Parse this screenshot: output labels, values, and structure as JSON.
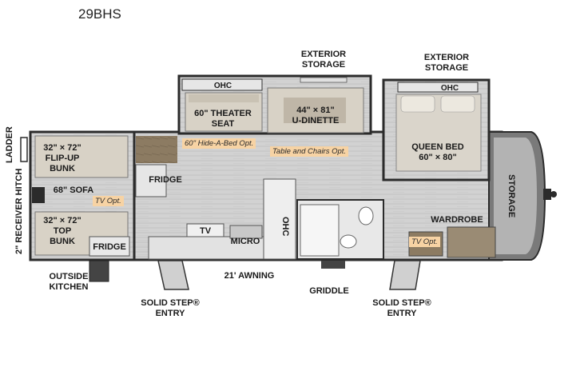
{
  "model": "29BHS",
  "labels": {
    "exterior_storage_mid": "EXTERIOR\nSTORAGE",
    "exterior_storage_right": "EXTERIOR\nSTORAGE",
    "ohc_slide": "OHC",
    "ohc_bedroom": "OHC",
    "ohc_kitchen": "OHC",
    "theater_seat": "60\" THEATER\nSEAT",
    "u_dinette": "44\" × 81\"\nU-DINETTE",
    "queen_bed": "QUEEN BED\n60\" × 80\"",
    "flip_up_bunk": "32\" × 72\"\nFLIP-UP\nBUNK",
    "sofa": "68\" SOFA",
    "top_bunk": "32\" × 72\"\nTOP\nBUNK",
    "fridge_main": "FRIDGE",
    "fridge_bunk": "FRIDGE",
    "tv": "TV",
    "micro": "MICRO",
    "wardrobe": "WARDROBE",
    "storage_front": "STORAGE",
    "ladder": "LADDER",
    "receiver_hitch": "2\" RECEIVER HITCH",
    "outside_kitchen": "OUTSIDE\nKITCHEN",
    "awning": "21' AWNING",
    "griddle": "GRIDDLE",
    "solid_step_left": "SOLID STEP®\nENTRY",
    "solid_step_right": "SOLID STEP®\nENTRY"
  },
  "options": {
    "hide_a_bed": "60\" Hide-A-Bed Opt.",
    "table_chairs": "Table and Chairs Opt.",
    "tv_bunk": "TV Opt.",
    "tv_bedroom": "TV Opt."
  },
  "colors": {
    "floor": "#cfcfcf",
    "wall": "#2b2b2b",
    "cabinet": "#8a7a63",
    "bed": "#d9d3c9",
    "option_tag": "#f7d3a4"
  }
}
